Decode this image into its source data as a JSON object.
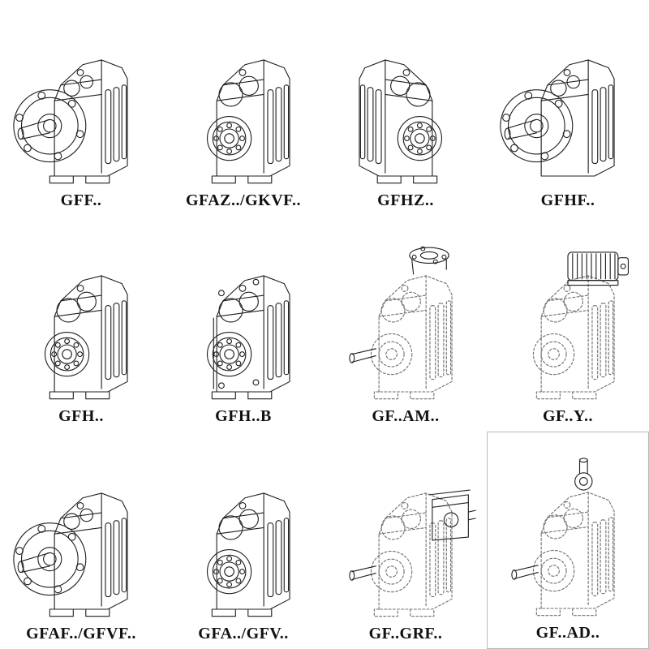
{
  "page": {
    "background": "#ffffff"
  },
  "colors": {
    "line": "#1f1f1f",
    "ghost_line": "#6e6e6e"
  },
  "grid": {
    "cells": [
      {
        "label": "GFF..",
        "drawing": "flange-output-gearbox"
      },
      {
        "label": "GFAZ../GKVF..",
        "drawing": "hollow-shaft-gearbox"
      },
      {
        "label": "GFHZ..",
        "drawing": "hollow-shaft-gearbox-mirrored"
      },
      {
        "label": "GFHF..",
        "drawing": "flange-mounted-gearbox"
      },
      {
        "label": "GFH..",
        "drawing": "hollow-shaft-gearbox"
      },
      {
        "label": "GFH..B",
        "drawing": "hollow-shaft-gearbox-b-flange"
      },
      {
        "label": "GF..AM..",
        "drawing": "servo-adapter-gearbox-ghost"
      },
      {
        "label": "GF..Y..",
        "drawing": "motor-mounted-gearbox-ghost"
      },
      {
        "label": "GFAF../GFVF..",
        "drawing": "flange-output-gearbox"
      },
      {
        "label": "GFA../GFV..",
        "drawing": "hollow-shaft-gearbox"
      },
      {
        "label": "GF..GRF..",
        "drawing": "primary-gear-unit-gearbox-ghost"
      },
      {
        "label": "GF..AD..",
        "drawing": "input-shaft-adapter-gearbox-ghost"
      }
    ]
  }
}
